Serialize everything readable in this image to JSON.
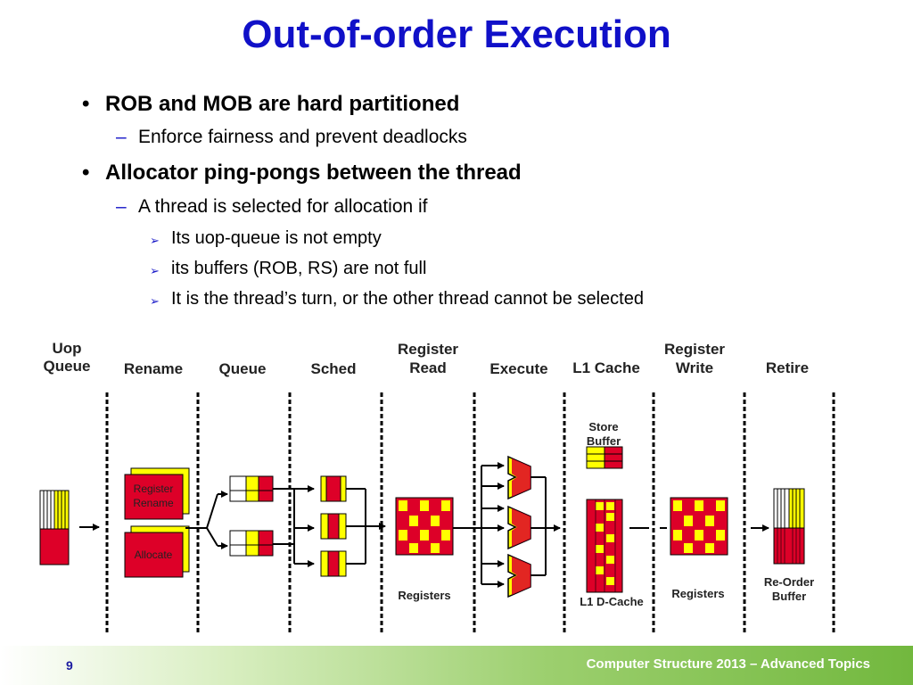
{
  "slide": {
    "title": "Out-of-order Execution",
    "bullets": [
      {
        "text": "ROB and MOB are hard partitioned",
        "sub": [
          {
            "text": "Enforce fairness and prevent deadlocks",
            "sub": []
          }
        ]
      },
      {
        "text": "Allocator ping-pongs between the thread",
        "sub": [
          {
            "text": "A thread is selected for allocation if",
            "sub": [
              "Its uop-queue is not empty",
              "its buffers (ROB, RS) are not full",
              "It is the thread’s turn, or the other thread cannot be selected"
            ]
          }
        ]
      }
    ],
    "markers": {
      "level1": "•",
      "level2": "–",
      "level3": "➢"
    }
  },
  "diagram": {
    "stages": {
      "uop_queue": [
        "Uop",
        "Queue"
      ],
      "rename": "Rename",
      "queue": "Queue",
      "sched": "Sched",
      "register_read": [
        "Register",
        "Read"
      ],
      "execute": "Execute",
      "l1_cache": "L1 Cache",
      "register_write": [
        "Register",
        "Write"
      ],
      "retire": "Retire"
    },
    "labels": {
      "register_rename": [
        "Register",
        "Rename"
      ],
      "allocate": "Allocate",
      "store_buffer": [
        "Store",
        "Buffer"
      ],
      "registers_read": "Registers",
      "l1_dcache": "L1 D-Cache",
      "registers_write": "Registers",
      "reorder_buffer": [
        "Re-Order",
        "Buffer"
      ]
    },
    "colors": {
      "yellow": "#ffff00",
      "red": "#dd0028",
      "line": "#000000",
      "accent_blue": "#1010c8"
    }
  },
  "footer": {
    "page": "9",
    "text": "Computer Structure 2013 – Advanced Topics"
  }
}
